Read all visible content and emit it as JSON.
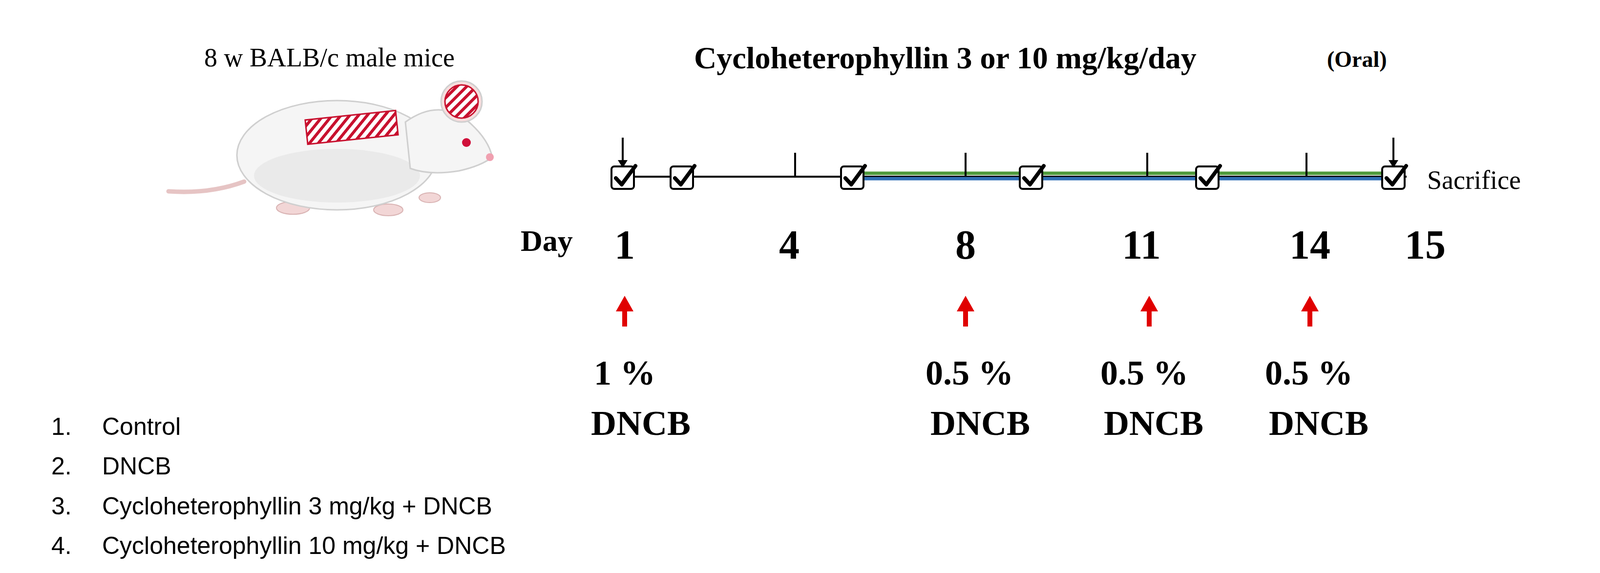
{
  "diagram": {
    "labels": [
      "8 w BALB/c male mice",
      "Cycloheterophyllin 3 or 10 mg/kg/day",
      "(Oral)",
      "Sacrifice",
      "Day",
      "1",
      "4",
      "8",
      "11",
      "14",
      "15",
      "1 %",
      "DNCB",
      "0.5 %",
      "DNCB",
      "0.5 %",
      "DNCB",
      "0.5 %",
      "DNCB",
      "1.",
      "Control",
      "2.",
      "DNCB",
      "3.",
      "Cycloheterophyllin 3 mg/kg + DNCB",
      "4.",
      "Cycloheterophyllin 10 mg/kg + DNCB"
    ]
  }
}
